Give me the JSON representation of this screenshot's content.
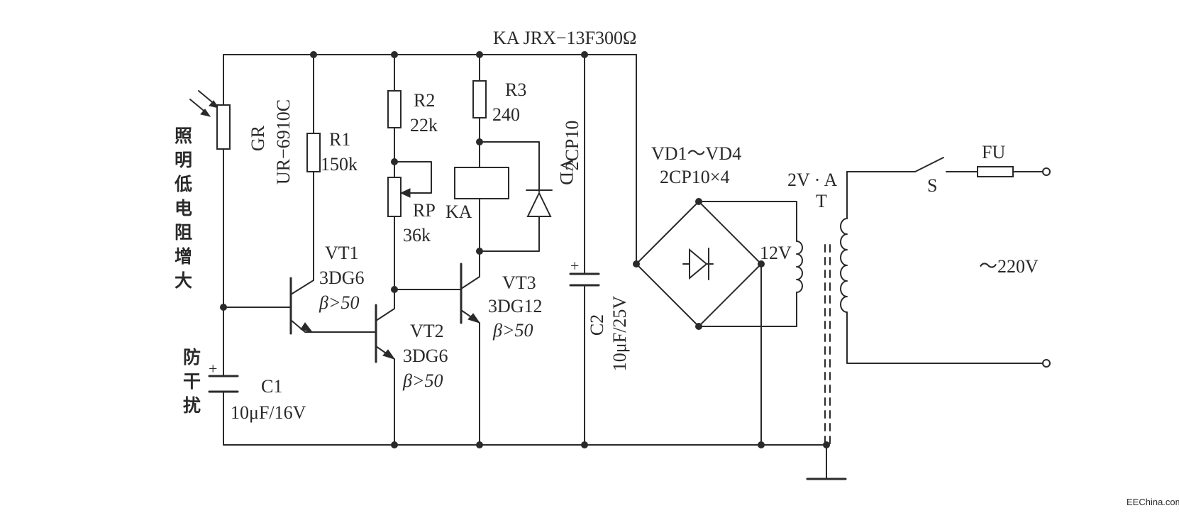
{
  "diagram": {
    "relay_label": "KA JRX−13F300Ω",
    "photoresistor": {
      "name": "GR",
      "model": "UR−6910C"
    },
    "note_vertical": [
      "照",
      "明",
      "低",
      "电",
      "阻",
      "增",
      "大"
    ],
    "anti_interference": [
      "防",
      "干",
      "扰"
    ],
    "r1": {
      "name": "R1",
      "value": "150k"
    },
    "r2": {
      "name": "R2",
      "value": "22k"
    },
    "r3": {
      "name": "R3",
      "value": "240"
    },
    "rp": {
      "name": "RP",
      "value": "36k"
    },
    "relay_coil": "KA",
    "diode_vd": {
      "name": "VD",
      "model": "2CP10"
    },
    "vt1": {
      "name": "VT1",
      "model": "3DG6",
      "beta": "β>50"
    },
    "vt2": {
      "name": "VT2",
      "model": "3DG6",
      "beta": "β>50"
    },
    "vt3": {
      "name": "VT3",
      "model": "3DG12",
      "beta": "β>50"
    },
    "c1": {
      "name": "C1",
      "value": "10μF/16V"
    },
    "c2": {
      "name": "C2",
      "value": "10μF/25V"
    },
    "bridge": {
      "name": "VD1～VD4",
      "model": "2CP10×4"
    },
    "transformer": {
      "rating": "2V · A",
      "name": "T",
      "secondary": "12V"
    },
    "switch": "S",
    "fuse": "FU",
    "mains": "～220V",
    "plus_sign": "+",
    "watermark": "EEChina.com"
  }
}
